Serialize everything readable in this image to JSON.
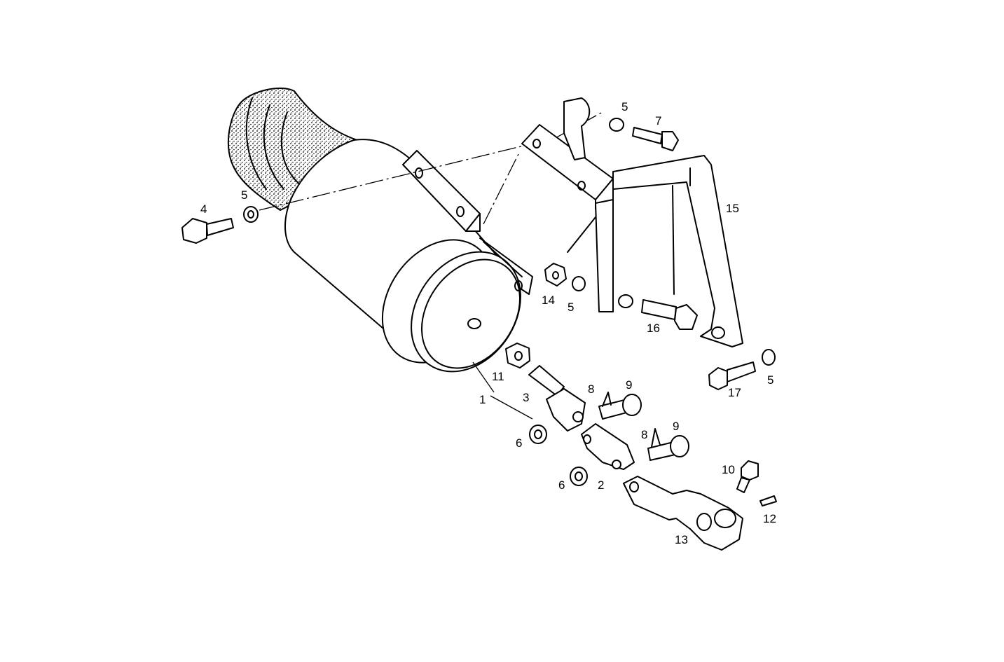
{
  "diagram": {
    "callouts": [
      "1",
      "2",
      "3",
      "4",
      "5",
      "5",
      "5",
      "5",
      "6",
      "6",
      "7",
      "8",
      "8",
      "9",
      "9",
      "10",
      "11",
      "12",
      "13",
      "14",
      "15",
      "16",
      "17"
    ]
  }
}
